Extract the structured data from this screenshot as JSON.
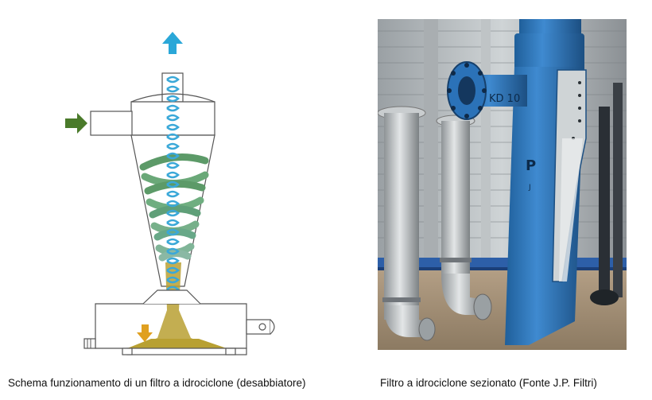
{
  "captions": {
    "left": "Schema funzionamento di un filtro a idrociclone (desabbiatore)",
    "right": "Filtro a idrociclone sezionato (Fonte J.P. Filtri)"
  },
  "photo_labels": {
    "flange_marking": "KD 10"
  },
  "colors": {
    "inlet_arrow": "#4a7a2a",
    "outlet_arrow": "#2aa7d8",
    "sediment_arrow": "#e0a020",
    "sediment": "#b8a032",
    "clean_spiral": "#3aa8d8",
    "dirty_spiral": "#6aa878",
    "cyclone_body": "#3a7fc1"
  }
}
